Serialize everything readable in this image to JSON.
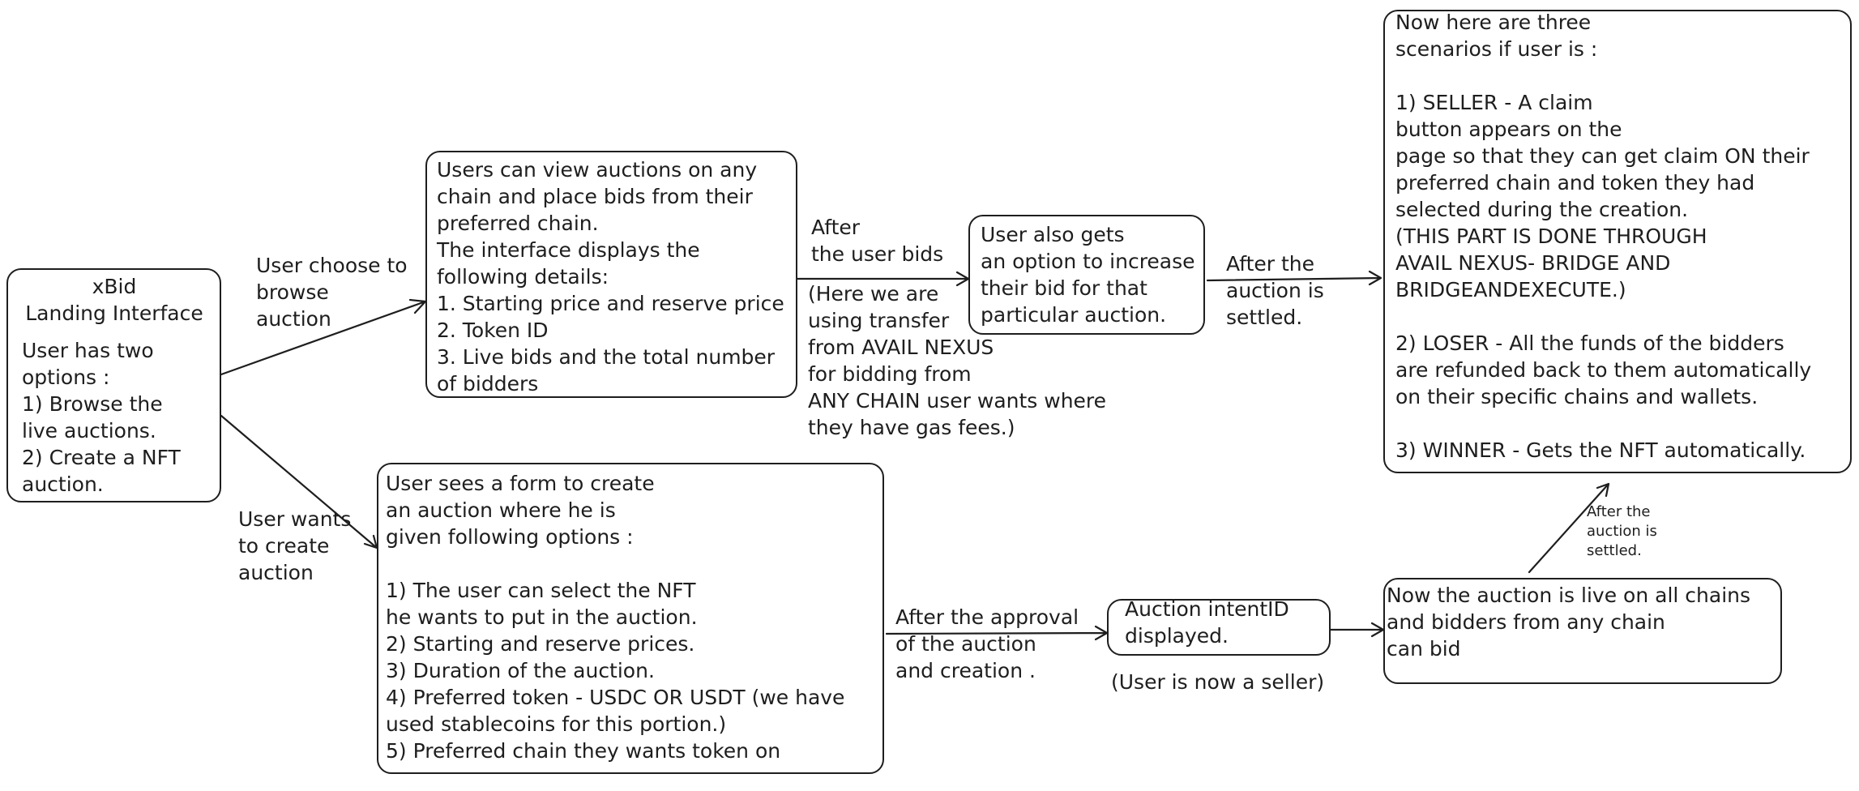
{
  "landing": {
    "title": "xBid\nLanding Interface",
    "body": "User has two\noptions :\n1) Browse the\nlive auctions.\n2) Create a NFT\nauction."
  },
  "browse_label": "User choose to\nbrowse\nauction",
  "create_label": "User wants\nto create\nauction",
  "browse_box": "Users can view auctions on any\nchain and place bids from their\npreferred chain.\nThe interface displays the\nfollowing details:\n1. Starting price and reserve price\n2. Token ID\n3. Live bids and the total number\nof bidders",
  "after_bids_label": "After\nthe user bids",
  "transfer_note": "(Here we are\nusing transfer\nfrom AVAIL NEXUS\nfor bidding from\nANY CHAIN user wants where\nthey have gas fees.)",
  "increase_box": "User also gets\nan option to increase\ntheir bid for that\nparticular auction.",
  "after_settled_label": "After the\nauction is\nsettled.",
  "scenarios_box": "Now here are three\nscenarios if user is :\n\n1) SELLER - A claim\nbutton appears on the\npage so that they can get claim ON their\npreferred chain and token they had\nselected during the creation.\n(THIS PART IS DONE THROUGH\nAVAIL NEXUS- BRIDGE AND\nBRIDGEANDEXECUTE.)\n\n2) LOSER - All the funds of the bidders\nare refunded back to them automatically\non their specific chains and wallets.\n\n3) WINNER - Gets the NFT automatically.",
  "create_form_box": "User sees a form to create\nan auction where he is\ngiven following options :\n\n1) The user can select the NFT\nhe wants to put in the auction.\n2) Starting and reserve prices.\n3) Duration of the auction.\n4) Preferred token - USDC OR USDT (we have\nused stablecoins for this portion.)\n5) Preferred chain they wants token on",
  "after_approval_label": "After the approval\nof the auction\nand creation .",
  "intent_box": "Auction intentID\ndisplayed.",
  "seller_note": "(User is now a seller)",
  "live_box": "Now the auction is live on all chains\nand bidders from any chain\ncan bid",
  "after_settled_small": "After the\nauction is\nsettled."
}
